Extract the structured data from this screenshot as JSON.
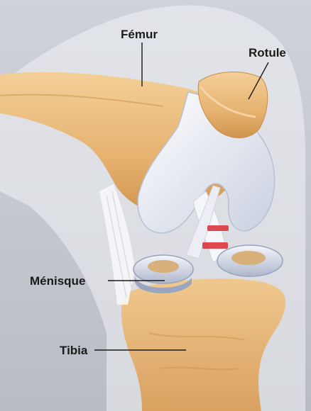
{
  "labels": {
    "femur": "Fémur",
    "rotule": "Rotule",
    "menisque": "Ménisque",
    "tibia": "Tibia"
  },
  "colors": {
    "bone": "#e9b978",
    "bone_shadow": "#c98d47",
    "cartilage": "#e8edf5",
    "capsule": "#f2f3f6",
    "tear": "#d9363e",
    "background": "#c6c9d0"
  }
}
